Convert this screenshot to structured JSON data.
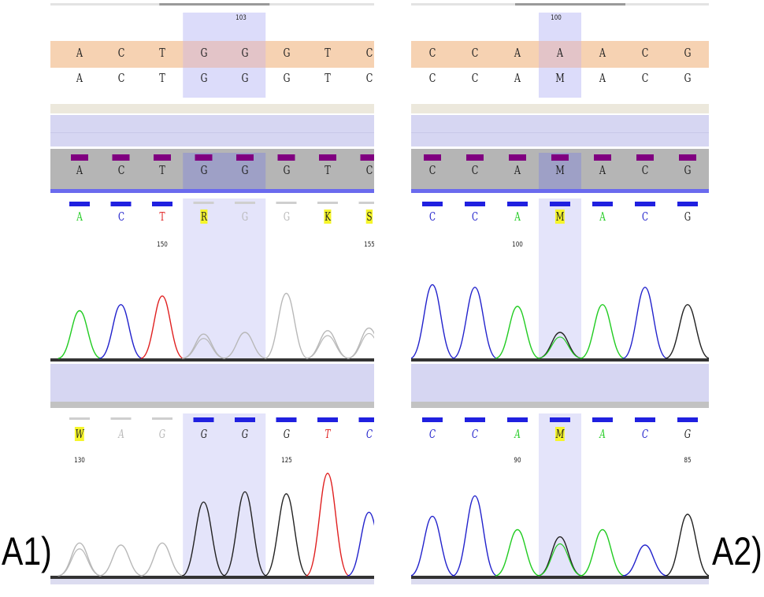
{
  "figure_labels": {
    "left": "A1)",
    "right": "A2)"
  },
  "colors": {
    "A": "#22cc22",
    "C": "#2222cc",
    "G": "#222222",
    "T": "#e02020",
    "faded": "#b8b8b8",
    "highlight": "#f5f52a",
    "reference_band": "#f6d2b2",
    "column_highlight": "#c9c9f0",
    "consensus_bar": "#800080",
    "gray_band": "#b5b5b5",
    "lavender_band": "#d6d6f2"
  },
  "panels": [
    {
      "id": "A1",
      "top_position": "103",
      "reference": [
        "A",
        "C",
        "T",
        "G",
        "G",
        "G",
        "T",
        "C"
      ],
      "consensus": [
        "A",
        "C",
        "T",
        "G",
        "G",
        "G",
        "T",
        "C"
      ],
      "contig": [
        "A",
        "C",
        "T",
        "G",
        "G",
        "G",
        "T",
        "C"
      ],
      "read1": {
        "calls": [
          "A",
          "C",
          "T",
          "R",
          "G",
          "G",
          "K",
          "S"
        ],
        "call_colors": [
          "A",
          "C",
          "T",
          "faded",
          "faded",
          "faded",
          "faded",
          "faded"
        ],
        "highlighted": [
          false,
          false,
          false,
          true,
          false,
          false,
          true,
          true
        ],
        "positions": [
          {
            "text": "150",
            "col": 2
          },
          {
            "text": "155",
            "col": 7
          }
        ]
      },
      "read2": {
        "calls": [
          "W",
          "A",
          "G",
          "G",
          "G",
          "G",
          "T",
          "C"
        ],
        "call_colors": [
          "faded",
          "faded",
          "faded",
          "G",
          "G",
          "G",
          "T",
          "C"
        ],
        "highlighted": [
          true,
          false,
          false,
          false,
          false,
          false,
          false,
          false
        ],
        "positions": [
          {
            "text": "130",
            "col": 0
          },
          {
            "text": "125",
            "col": 5
          }
        ]
      }
    },
    {
      "id": "A2",
      "top_position": "100",
      "reference": [
        "C",
        "C",
        "A",
        "A",
        "A",
        "C",
        "G"
      ],
      "consensus": [
        "C",
        "C",
        "A",
        "M",
        "A",
        "C",
        "G"
      ],
      "contig": [
        "C",
        "C",
        "A",
        "M",
        "A",
        "C",
        "G"
      ],
      "read1": {
        "calls": [
          "C",
          "C",
          "A",
          "M",
          "A",
          "C",
          "G"
        ],
        "call_colors": [
          "C",
          "C",
          "A",
          "G",
          "A",
          "C",
          "G"
        ],
        "highlighted": [
          false,
          false,
          false,
          true,
          false,
          false,
          false
        ],
        "positions": [
          {
            "text": "100",
            "col": 2
          }
        ]
      },
      "read2": {
        "calls": [
          "C",
          "C",
          "A",
          "M",
          "A",
          "C",
          "G"
        ],
        "call_colors": [
          "C",
          "C",
          "A",
          "G",
          "A",
          "C",
          "G"
        ],
        "highlighted": [
          false,
          false,
          false,
          true,
          false,
          false,
          false
        ],
        "positions": [
          {
            "text": "90",
            "col": 2
          },
          {
            "text": "85",
            "col": 6
          }
        ]
      }
    }
  ]
}
